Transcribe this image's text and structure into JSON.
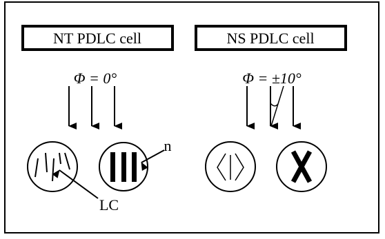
{
  "labels": {
    "nt_cell": "NT PDLC cell",
    "ns_cell": "NS PDLC cell",
    "phi_nt": "Φ = 0°",
    "phi_ns": "Φ = ±10°",
    "n": "n",
    "lc": "LC"
  },
  "colors": {
    "stroke": "#000000",
    "background": "#ffffff"
  }
}
